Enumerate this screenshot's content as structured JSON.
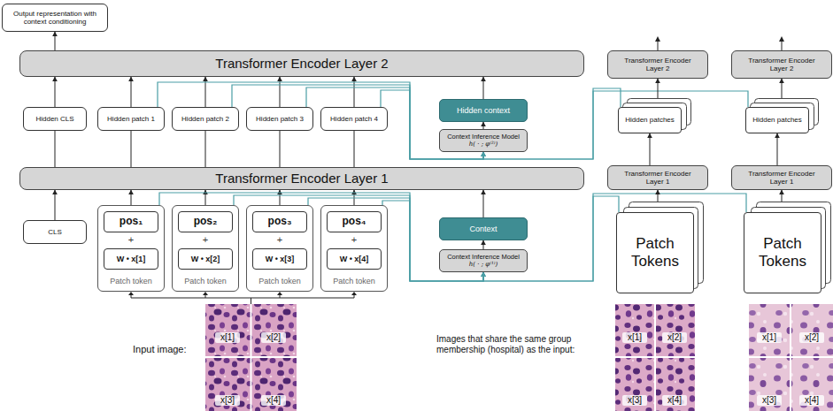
{
  "diagram": {
    "nodes": [
      {
        "text": [
          "Output representation with context conditioning"
        ]
      },
      {
        "text": [
          "Transformer Encoder Layer 2"
        ]
      },
      {
        "text": [
          "Hidden CLS"
        ]
      },
      {
        "text": [
          "Hidden patch 1"
        ]
      },
      {
        "text": [
          "Hidden patch 2"
        ]
      },
      {
        "text": [
          "Hidden patch 3"
        ]
      },
      {
        "text": [
          "Hidden patch 4"
        ]
      },
      {
        "text": [
          "Hidden context"
        ]
      },
      {
        "text": [
          "Context Inference Model",
          "h( · ; φ⁽²⁾)"
        ]
      },
      {
        "text": [
          "Transformer Encoder Layer 1"
        ]
      },
      {
        "text": [
          "CLS"
        ]
      },
      {
        "text": [
          "+",
          "Patch token"
        ]
      },
      {
        "text": [
          "pos₁"
        ],
        "in": 11
      },
      {
        "text": [
          "W • x[1]"
        ],
        "in": 11
      },
      {
        "text": [
          "+",
          "Patch token"
        ]
      },
      {
        "text": [
          "pos₂"
        ],
        "in": 14
      },
      {
        "text": [
          "W • x[2]"
        ],
        "in": 14
      },
      {
        "text": [
          "+",
          "Patch token"
        ]
      },
      {
        "text": [
          "pos₃"
        ],
        "in": 17
      },
      {
        "text": [
          "W • x[3]"
        ],
        "in": 17
      },
      {
        "text": [
          "+",
          "Patch token"
        ]
      },
      {
        "text": [
          "pos₄"
        ],
        "in": 20
      },
      {
        "text": [
          "W • x[4]"
        ],
        "in": 20
      },
      {
        "text": [
          "Context"
        ]
      },
      {
        "text": [
          "Context Inference Model",
          "h( · ; φ⁽¹⁾)"
        ]
      },
      {
        "text": [
          "Transformer Encoder Layer 2"
        ]
      },
      {
        "text": [
          "Hidden patches"
        ]
      },
      {
        "text": [
          "Transformer Encoder Layer 1"
        ]
      },
      {
        "text": [
          "Patch Tokens"
        ]
      },
      {
        "text": [
          "Transformer Encoder Layer 2"
        ]
      },
      {
        "text": [
          "Hidden patches"
        ]
      },
      {
        "text": [
          "Transformer Encoder Layer 1"
        ]
      },
      {
        "text": [
          "Patch Tokens"
        ]
      }
    ],
    "edges": [
      {
        "from": 1,
        "to": 0,
        "arrow": "to"
      },
      {
        "from": 2,
        "to": 1,
        "arrow": "to"
      },
      {
        "from": 3,
        "to": 1,
        "arrow": "to"
      },
      {
        "from": 4,
        "to": 1,
        "arrow": "to"
      },
      {
        "from": 5,
        "to": 1,
        "arrow": "to"
      },
      {
        "from": 6,
        "to": 1,
        "arrow": "to"
      },
      {
        "from": 7,
        "to": 1,
        "arrow": "to"
      },
      {
        "from": 8,
        "to": 7,
        "arrow": "to"
      },
      {
        "from": 3,
        "to": 8,
        "arrow": "to"
      },
      {
        "from": 4,
        "to": 8,
        "arrow": "to"
      },
      {
        "from": 5,
        "to": 8,
        "arrow": "to"
      },
      {
        "from": 6,
        "to": 8,
        "arrow": "to"
      },
      {
        "from": 26,
        "to": 8,
        "arrow": "to"
      },
      {
        "from": 30,
        "to": 8,
        "arrow": "to"
      },
      {
        "from": 9,
        "to": 2,
        "arrow": "none"
      },
      {
        "from": 9,
        "to": 3,
        "arrow": "none"
      },
      {
        "from": 9,
        "to": 4,
        "arrow": "none"
      },
      {
        "from": 9,
        "to": 5,
        "arrow": "none"
      },
      {
        "from": 9,
        "to": 6,
        "arrow": "none"
      },
      {
        "from": 10,
        "to": 9,
        "arrow": "to"
      },
      {
        "from": 11,
        "to": 9,
        "arrow": "to"
      },
      {
        "from": 14,
        "to": 9,
        "arrow": "to"
      },
      {
        "from": 17,
        "to": 9,
        "arrow": "to"
      },
      {
        "from": 20,
        "to": 9,
        "arrow": "to"
      },
      {
        "from": 23,
        "to": 9,
        "arrow": "to"
      },
      {
        "from": 24,
        "to": 23,
        "arrow": "to"
      },
      {
        "from": 11,
        "to": 24,
        "arrow": "to"
      },
      {
        "from": 14,
        "to": 24,
        "arrow": "to"
      },
      {
        "from": 17,
        "to": 24,
        "arrow": "to"
      },
      {
        "from": 20,
        "to": 24,
        "arrow": "to"
      },
      {
        "from": 28,
        "to": 24,
        "arrow": "to"
      },
      {
        "from": 32,
        "to": 24,
        "arrow": "to"
      },
      {
        "from": 26,
        "to": 25,
        "arrow": "to"
      },
      {
        "from": 27,
        "to": 26,
        "arrow": "to"
      },
      {
        "from": 28,
        "to": 27,
        "arrow": "to"
      },
      {
        "from": 30,
        "to": 29,
        "arrow": "to"
      },
      {
        "from": 31,
        "to": 30,
        "arrow": "to"
      },
      {
        "from": 32,
        "to": 31,
        "arrow": "to"
      }
    ],
    "labels": [
      "Input image:",
      "x[1]",
      "x[2]",
      "x[3]",
      "x[4]",
      "Images that share the same group membership (hospital) as the input:",
      "x[1]",
      "x[2]",
      "x[3]",
      "x[4]",
      "x[1]",
      "x[2]",
      "x[3]",
      "x[4]"
    ]
  }
}
